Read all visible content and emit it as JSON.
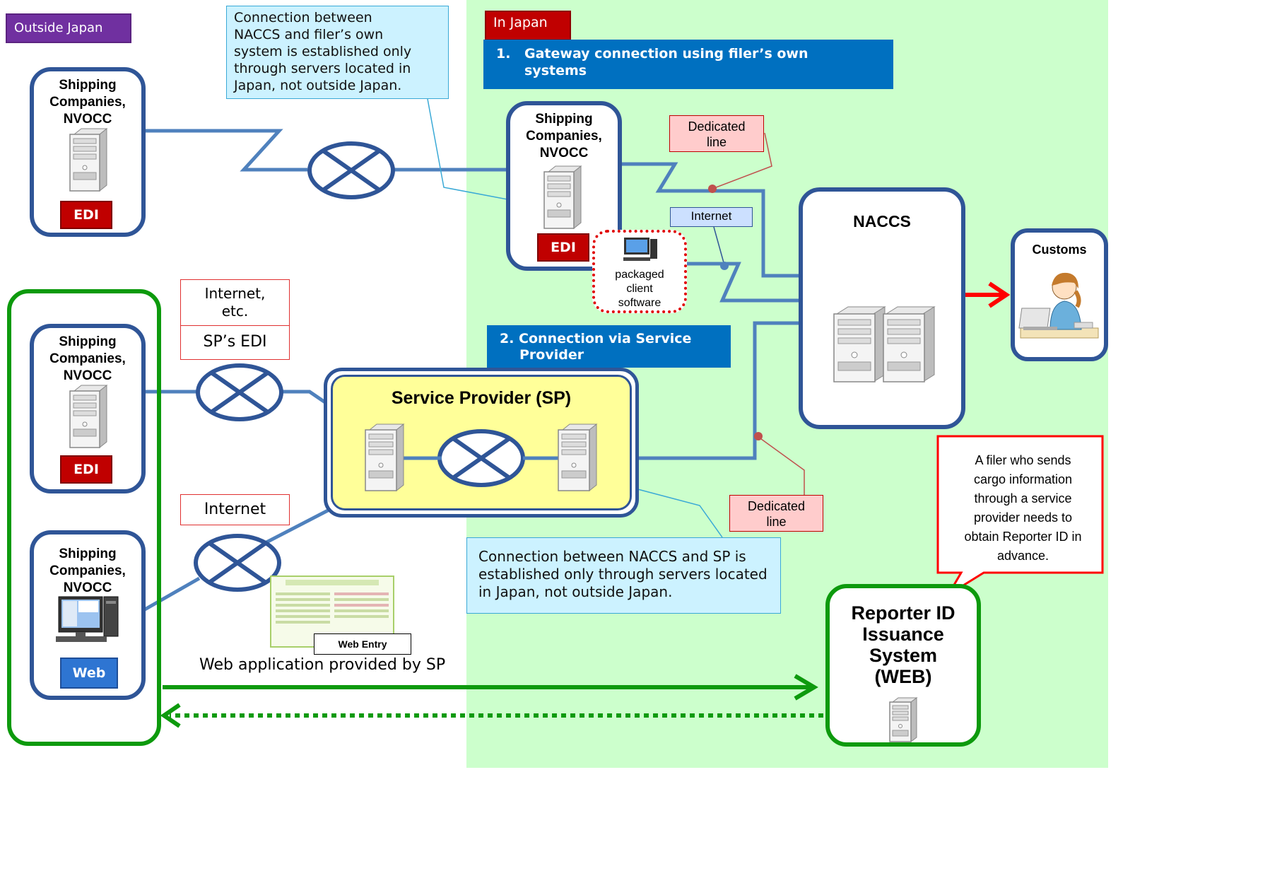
{
  "regions": {
    "outside": "Outside Japan",
    "inside": "In Japan"
  },
  "headers": {
    "gateway": [
      "1.",
      "Gateway connection using filer’s own",
      "systems"
    ],
    "sp": [
      "2. Connection via Service",
      "Provider"
    ]
  },
  "callouts": {
    "top": [
      "Connection between",
      "NACCS and filer’s own",
      "system is established only",
      "through servers located in",
      "Japan, not outside Japan."
    ],
    "bottom": [
      "Connection between NACCS and SP is",
      "established only through servers located",
      "in Japan, not outside Japan."
    ],
    "reporter_note": [
      "A filer who sends",
      "cargo information",
      "through a service",
      "provider needs to",
      "obtain Reporter ID in",
      "advance."
    ]
  },
  "labels": {
    "dedicated_line_1": [
      "Dedicated",
      "line"
    ],
    "dedicated_line_2": [
      "Dedicated",
      "line"
    ],
    "internet_small": "Internet",
    "internet_etc": [
      "Internet,",
      "etc."
    ],
    "sps_edi": "SP’s EDI",
    "internet": "Internet",
    "packaged_software": [
      "packaged",
      "client",
      "software"
    ],
    "web_entry": "Web Entry",
    "web_app": "Web application provided by SP"
  },
  "boxes": {
    "filer_outside": [
      "Shipping",
      "Companies,",
      "NVOCC"
    ],
    "filer_japan": [
      "Shipping",
      "Companies,",
      "NVOCC"
    ],
    "filer_sp_edi": [
      "Shipping",
      "Companies,",
      "NVOCC"
    ],
    "filer_sp_web": [
      "Shipping",
      "Companies,",
      "NVOCC"
    ],
    "naccs": "NACCS",
    "customs": "Customs",
    "service_provider": "Service Provider (SP)",
    "reporter": [
      "Reporter ID",
      "Issuance",
      "System",
      "(WEB)"
    ]
  },
  "buttons": {
    "edi": "EDI",
    "web": "Web"
  },
  "colors": {
    "japan_bg": "#ccffcc",
    "outside_tag": "#7030a0",
    "japan_tag": "#c00000",
    "header_blue": "#0070c0",
    "line_blue": "#4f81bd",
    "box_navy": "#2f5597",
    "box_green": "#0d9a0d",
    "sp_fill": "#ffff99",
    "arrow_red": "#ff0000",
    "arrow_green": "#0d9a0d"
  }
}
